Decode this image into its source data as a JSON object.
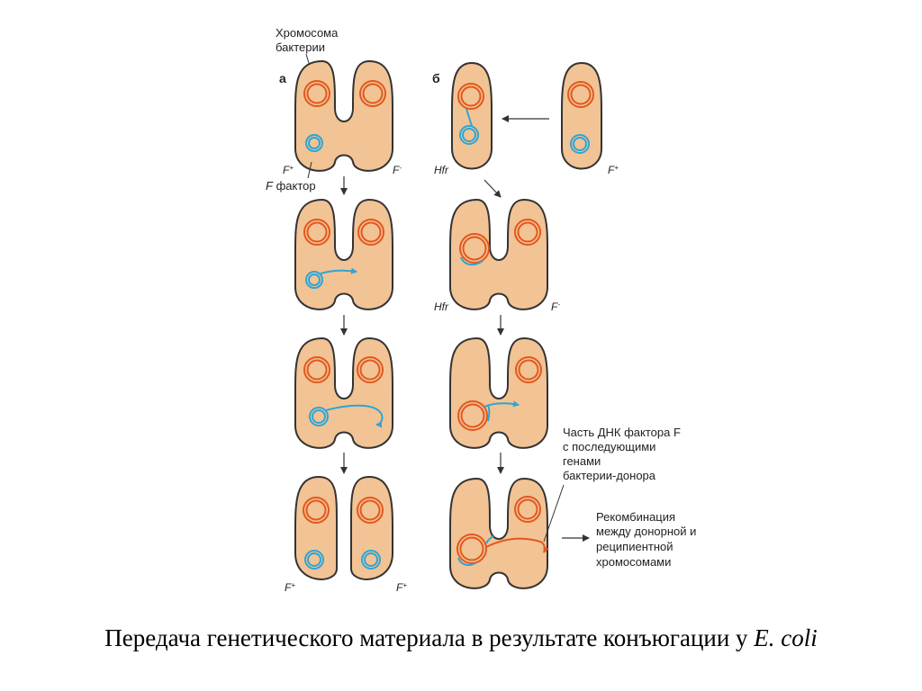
{
  "colors": {
    "cell_fill": "#f2c394",
    "cell_stroke": "#333333",
    "chromosome": "#e2581e",
    "f_factor": "#2ca6d6",
    "arrow": "#333333"
  },
  "panels": {
    "a": {
      "letter": "а"
    },
    "b": {
      "letter": "б"
    }
  },
  "labels": {
    "chromosome_line1": "Хромосома",
    "chromosome_line2": "бактерии",
    "f_factor_italic": "F",
    "f_factor_rest": " фактор",
    "f_main": "F",
    "sup_plus": "+",
    "sup_minus": "-",
    "hfr": "Hfr",
    "dna_part_line1": "Часть ДНК фактора F",
    "dna_part_line2": "с последующими",
    "dna_part_line3": "генами",
    "dna_part_line4": "бактерии-донора",
    "recomb_line1": "Рекомбинация",
    "recomb_line2": "между донорной и",
    "recomb_line3": "реципиентной",
    "recomb_line4": "хромосомами"
  },
  "caption": {
    "text": "Передача генетического материала в результате конъюгации у ",
    "species": "E. coli"
  }
}
